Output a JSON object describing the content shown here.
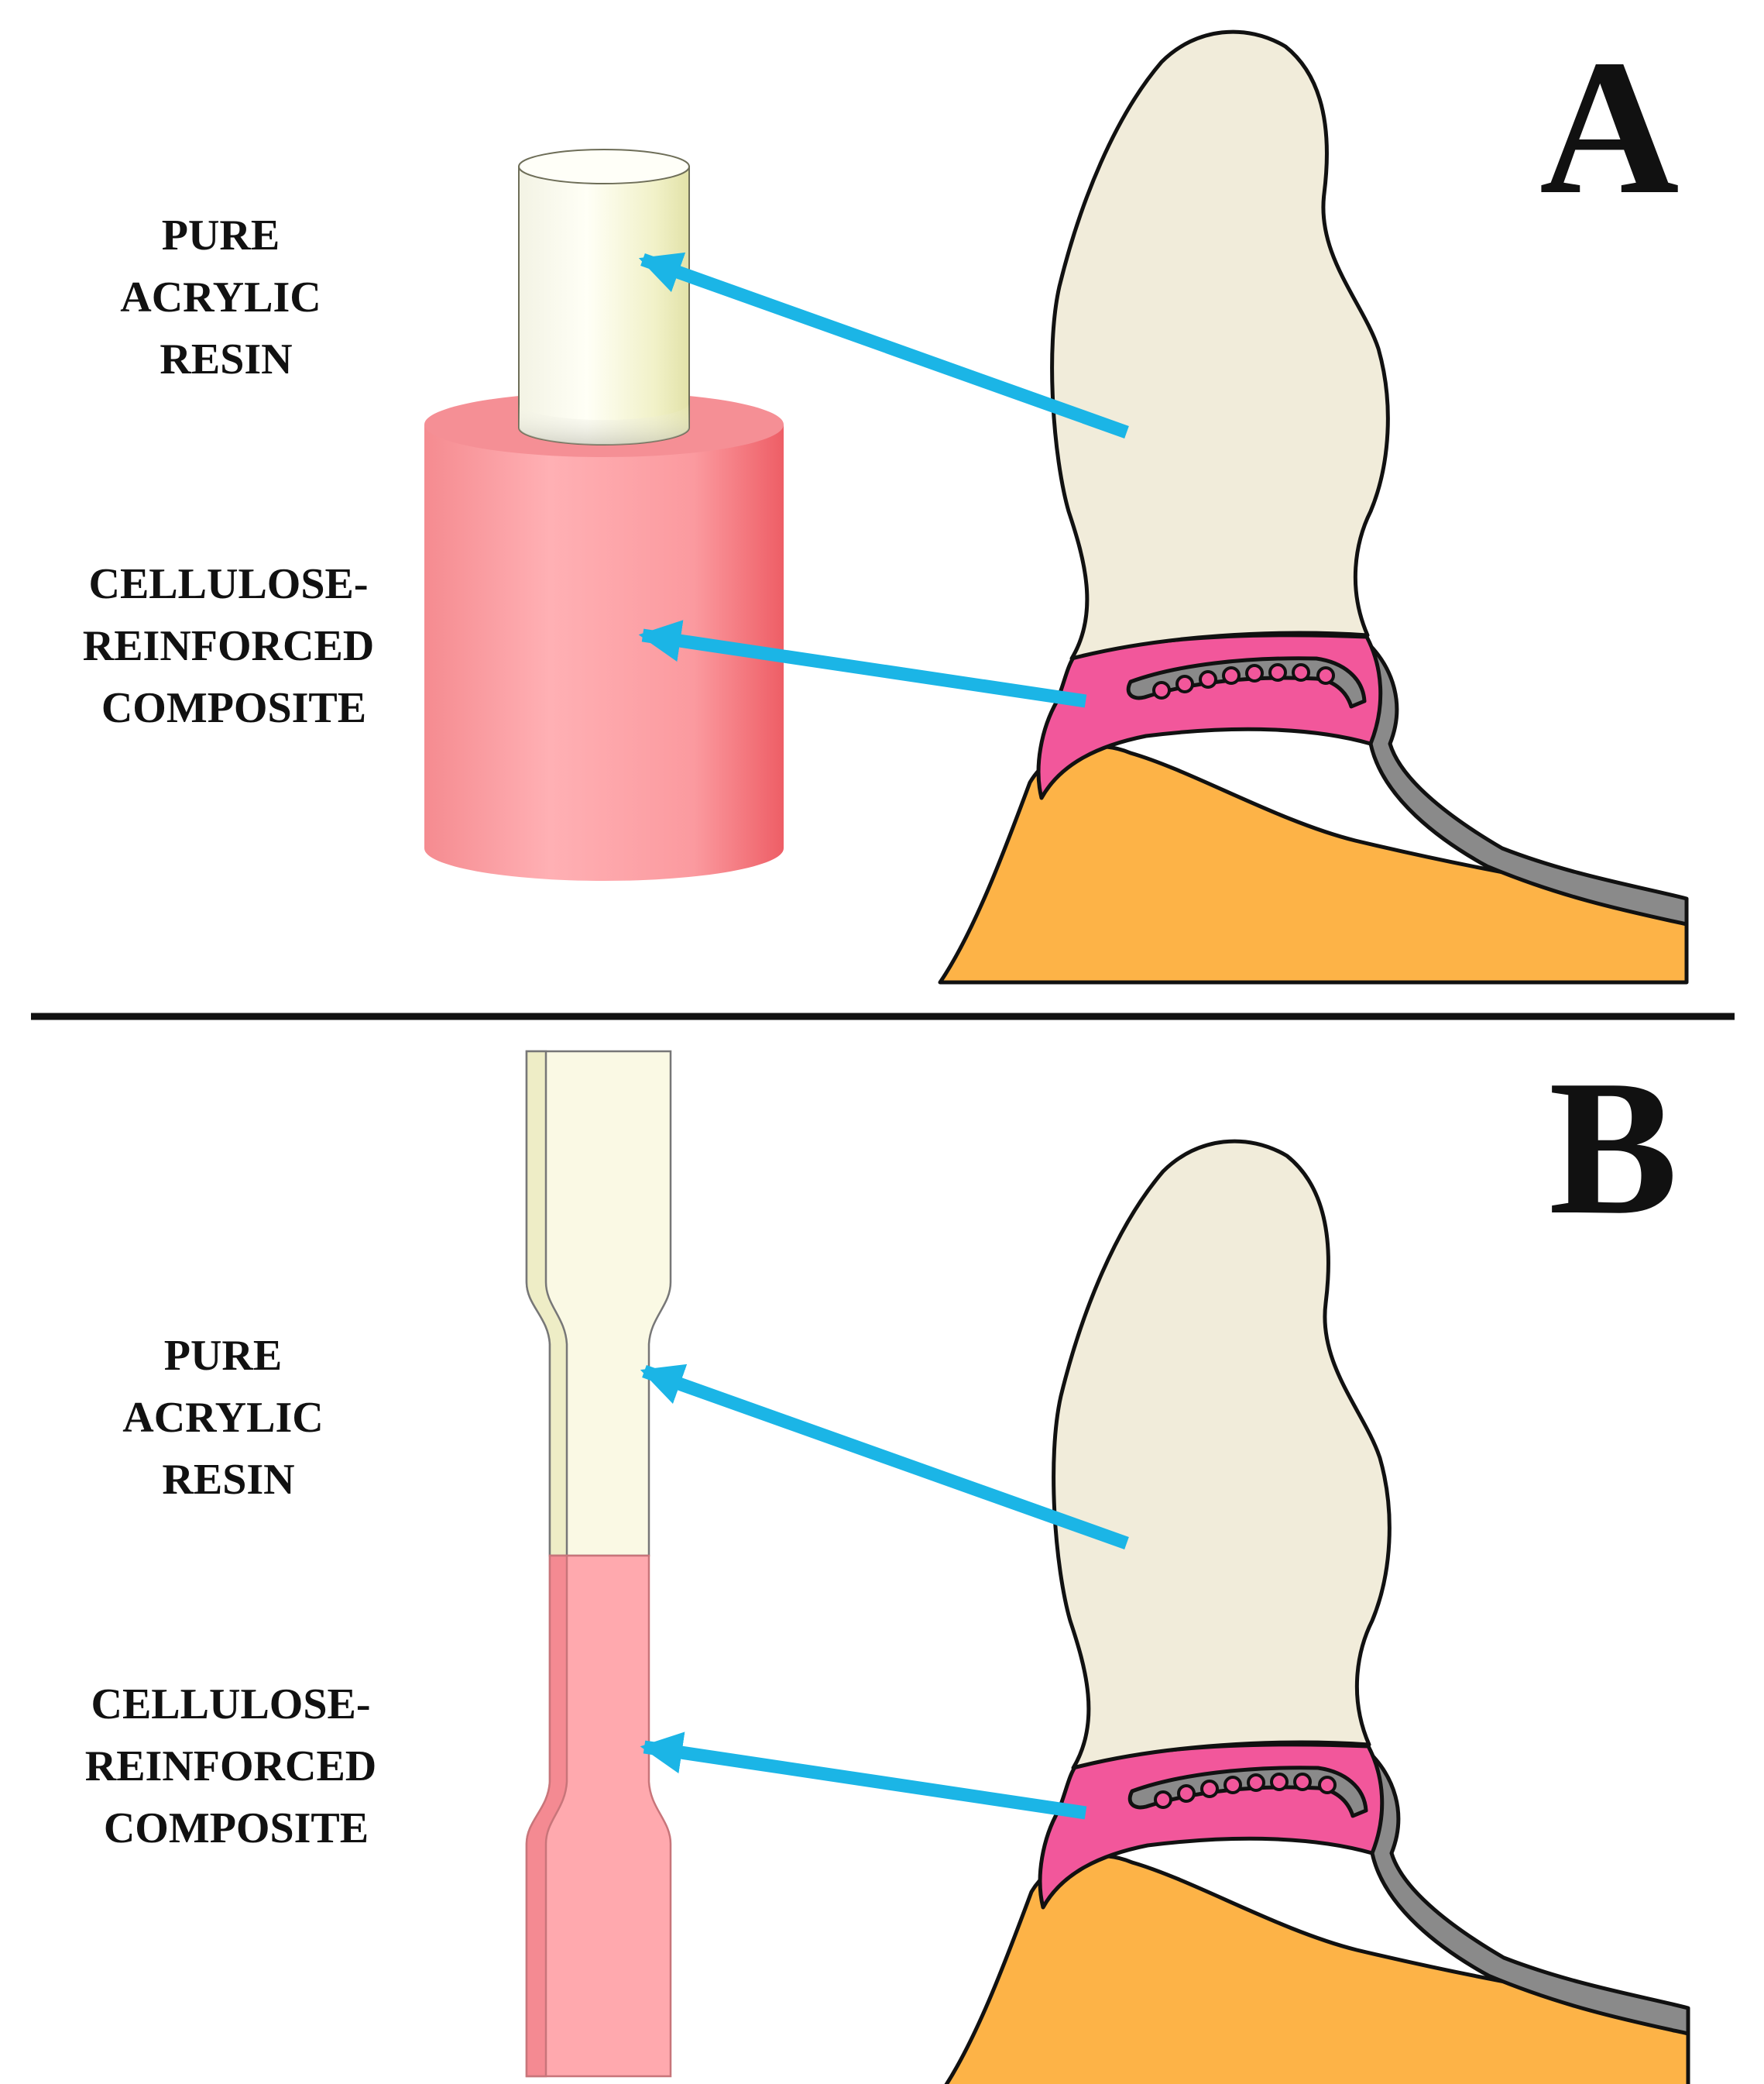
{
  "panels": [
    {
      "letter": "A",
      "top_label": [
        "PURE",
        "ACRYLIC",
        "RESIN"
      ],
      "bottom_label": [
        "CELLULOSE-",
        "REINFORCED",
        "COMPOSITE"
      ]
    },
    {
      "letter": "B",
      "top_label": [
        "PURE",
        "ACRYLIC",
        "RESIN"
      ],
      "bottom_label": [
        "CELLULOSE-",
        "REINFORCED",
        "COMPOSITE"
      ]
    }
  ],
  "colors": {
    "tooth": "#F1ECDA",
    "pink_resin": "#F2579B",
    "bone": "#FDB347",
    "metal": "#8A8A8A",
    "arrow": "#1BB5E6",
    "specimen_pink": "#FFA9AE",
    "specimen_resin": "#FAF9E4",
    "divider": "#111111"
  }
}
